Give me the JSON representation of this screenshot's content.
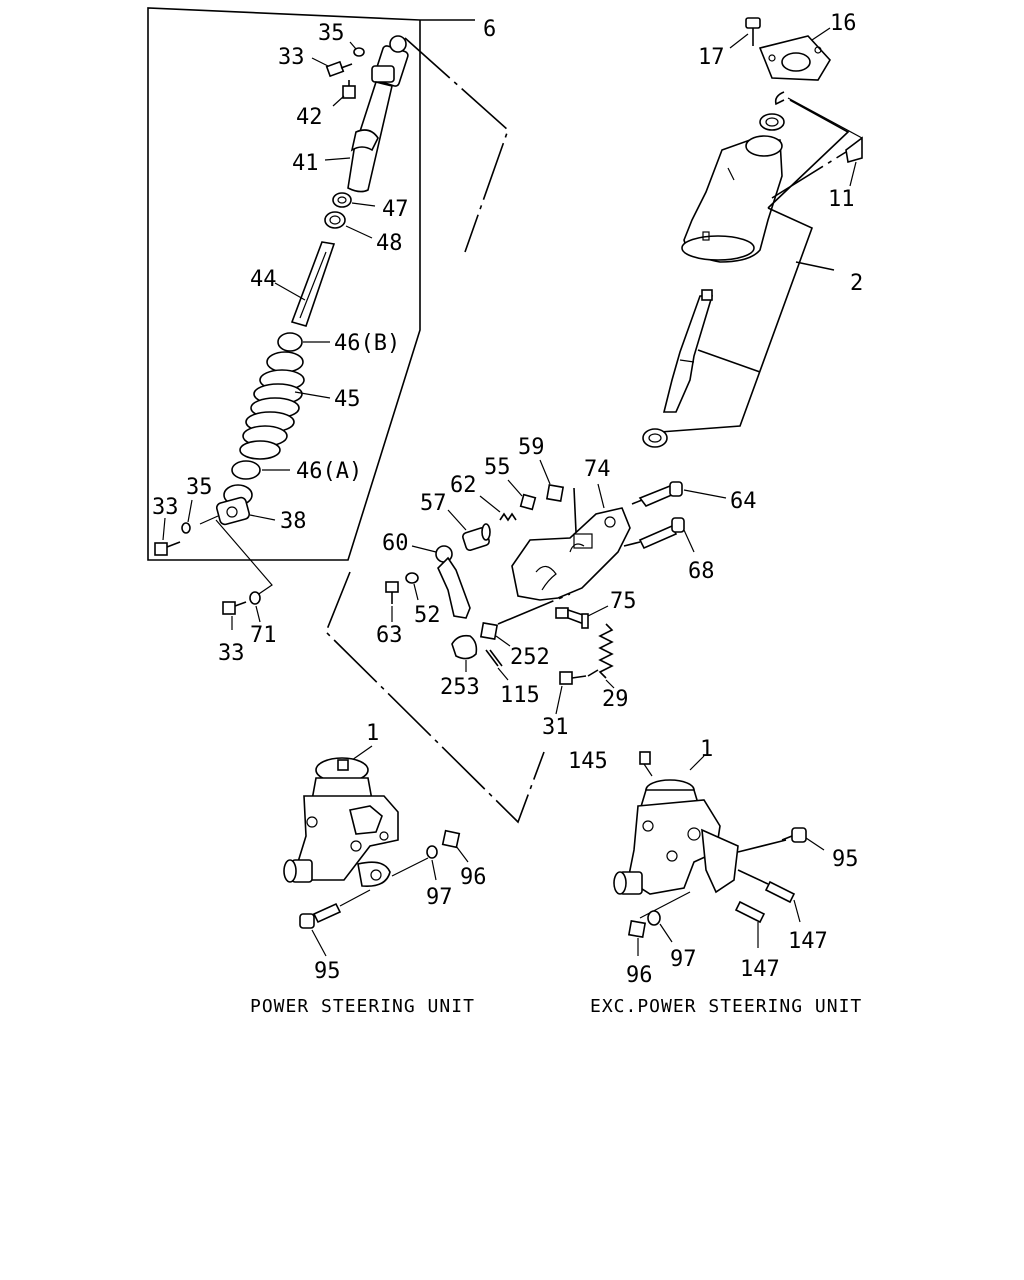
{
  "diagram": {
    "labels": {
      "l6": "6",
      "l35a": "35",
      "l33a": "33",
      "l42": "42",
      "l41": "41",
      "l47": "47",
      "l48": "48",
      "l44": "44",
      "l46b": "46(B)",
      "l45": "45",
      "l46a": "46(A)",
      "l35b": "35",
      "l33b": "33",
      "l38": "38",
      "l33c": "33",
      "l71": "71",
      "l17": "17",
      "l16": "16",
      "l11": "11",
      "l2": "2",
      "l59": "59",
      "l55": "55",
      "l74": "74",
      "l62": "62",
      "l57": "57",
      "l64": "64",
      "l60": "60",
      "l68": "68",
      "l75": "75",
      "l63": "63",
      "l52": "52",
      "l252": "252",
      "l253": "253",
      "l115": "115",
      "l29": "29",
      "l31": "31",
      "l1a": "1",
      "l96a": "96",
      "l97a": "97",
      "l95a": "95",
      "l145": "145",
      "l1b": "1",
      "l95b": "95",
      "l147a": "147",
      "l147b": "147",
      "l96b": "96",
      "l97b": "97"
    },
    "captions": {
      "power": "POWER STEERING UNIT",
      "exc_power": "EXC.POWER STEERING UNIT"
    }
  }
}
